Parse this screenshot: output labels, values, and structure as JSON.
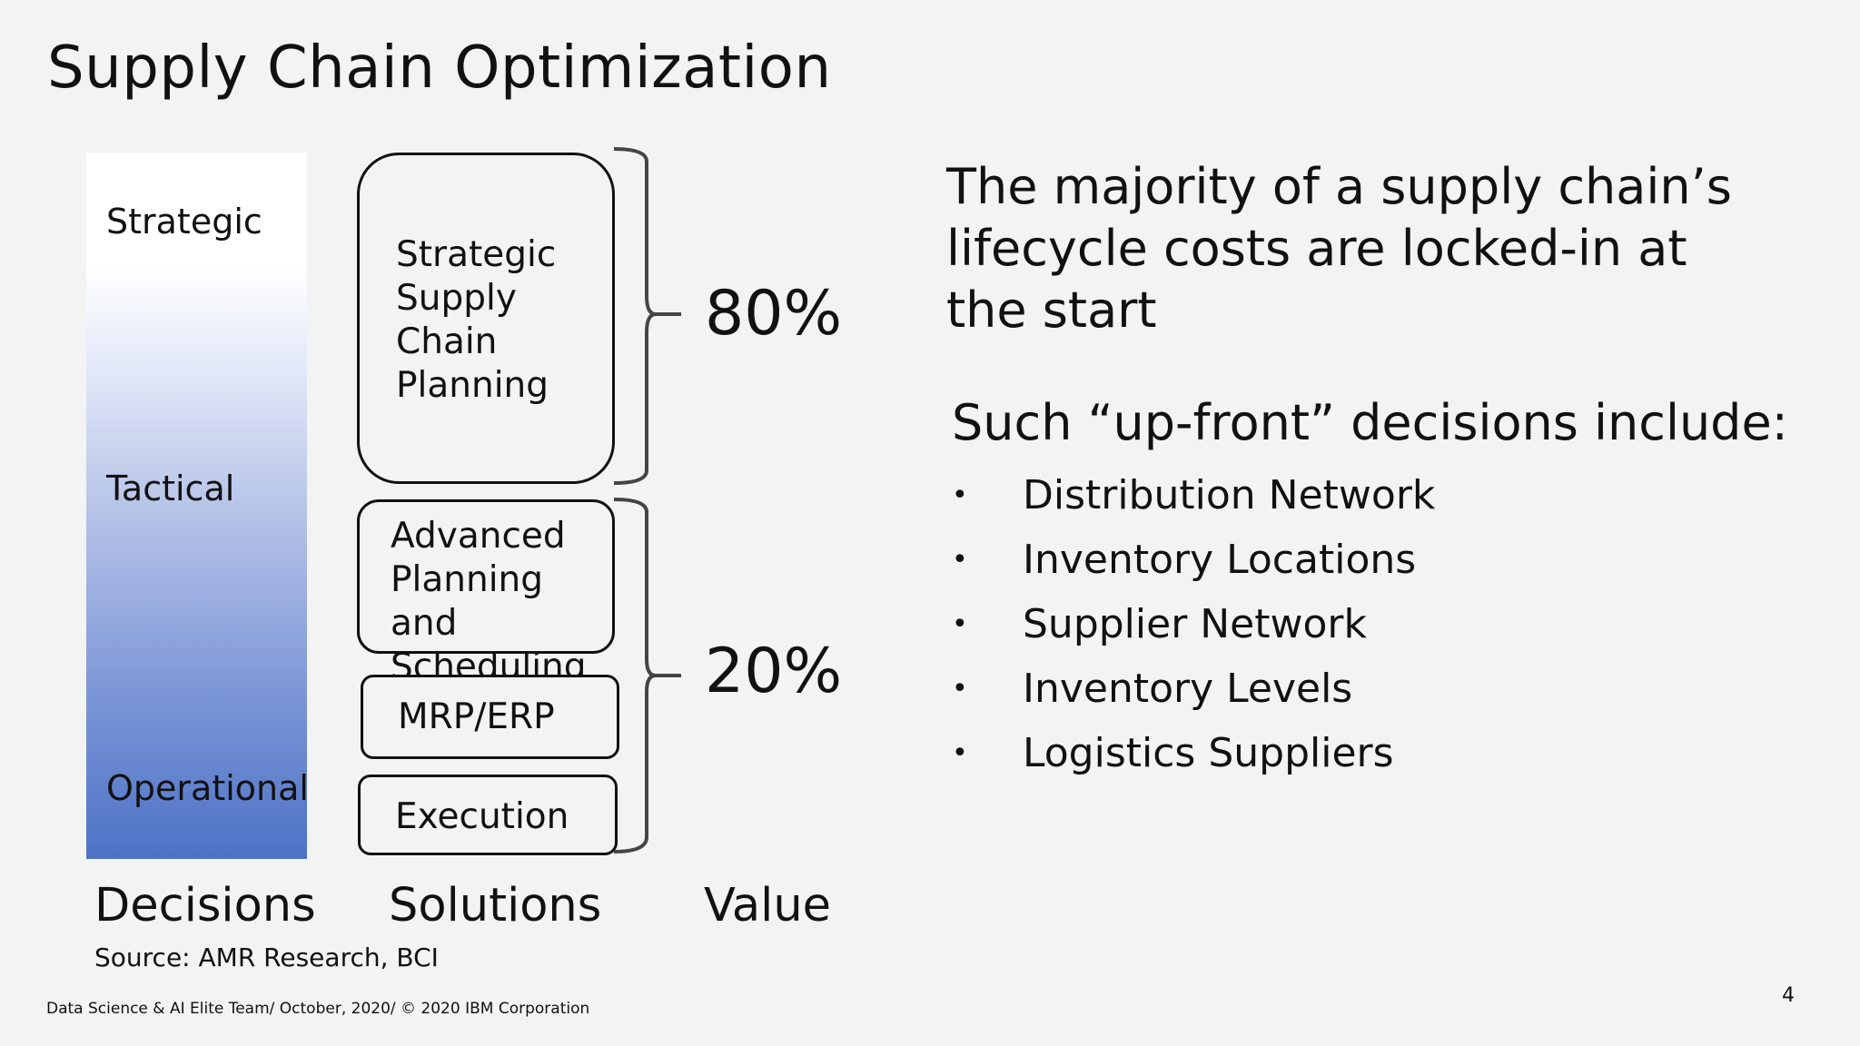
{
  "slide": {
    "title": "Supply Chain Optimization",
    "decision_levels": [
      "Strategic",
      "Tactical",
      "Operational"
    ],
    "solution_boxes": [
      "Strategic\nSupply\nChain\nPlanning",
      "Advanced\nPlanning and\nScheduling",
      "MRP/ERP",
      "Execution"
    ],
    "values": {
      "top": "80%",
      "bottom": "20%"
    },
    "columns": {
      "decisions": "Decisions",
      "solutions": "Solutions",
      "value": "Value"
    },
    "source": "Source:  AMR Research, BCI",
    "main_statement": "The majority of a supply chain’s lifecycle costs are locked-in at the start",
    "subheading": "Such “up-front” decisions include:",
    "bullet_symbol": "•",
    "bullets": [
      "Distribution Network",
      "Inventory Locations",
      "Supplier Network",
      "Inventory Levels",
      "Logistics Suppliers"
    ],
    "footer": "Data Science & AI Elite Team/ October, 2020/ © 2020 IBM Corporation",
    "page_number": "4",
    "gradient_colors": {
      "top": "#ffffff",
      "bottom": "#4d72c6"
    }
  }
}
